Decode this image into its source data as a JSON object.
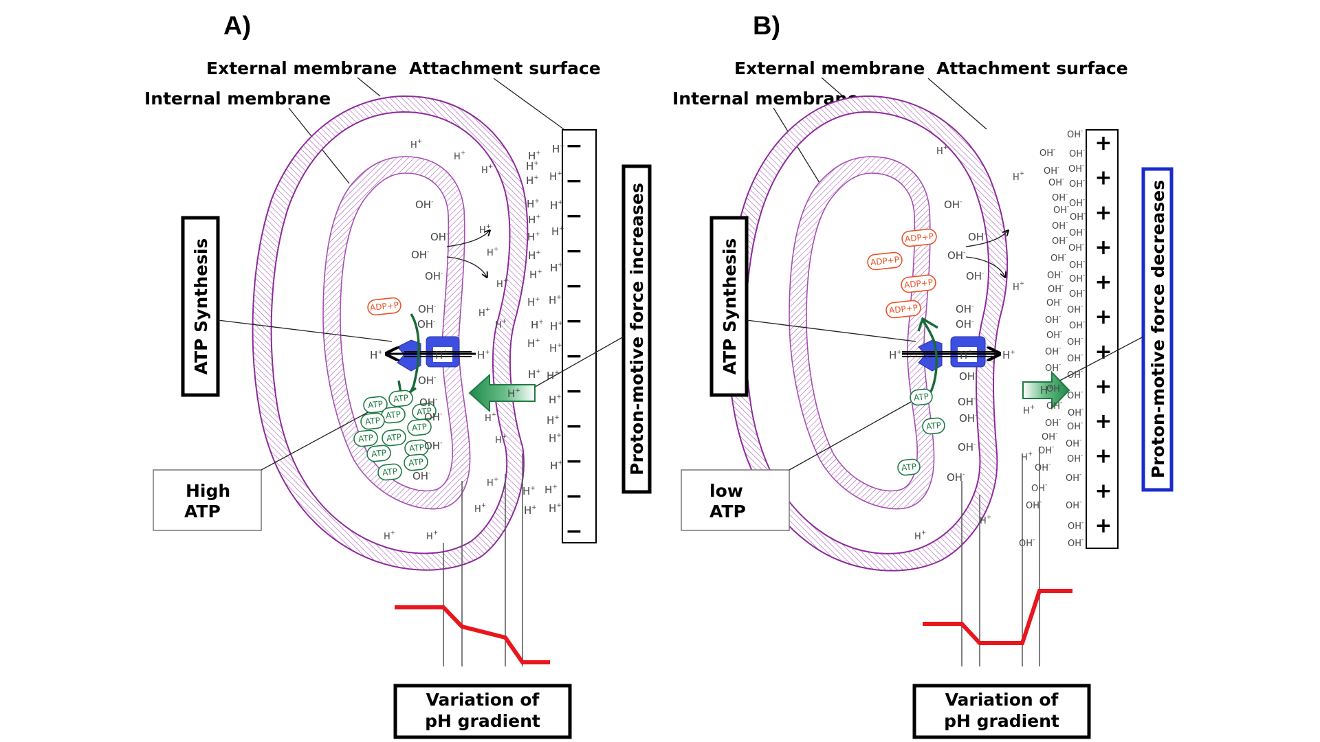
{
  "panels": [
    {
      "id": "A",
      "title": "A)",
      "labels": {
        "external_membrane": "External membrane",
        "attachment_surface": "Attachment surface",
        "internal_membrane": "Internal membrane",
        "atp_synthesis": "ATP Synthesis",
        "atp_level_line1": "High",
        "atp_level_line2": "ATP",
        "proton_motive": "Proton-motive force  increases",
        "ph_line1": "Variation of",
        "ph_line2": "pH gradient"
      },
      "surface_charge": "−",
      "surface_charge_count": 12,
      "outer_ion": "H",
      "outer_ion_sup": "+",
      "inner_ion": "OH",
      "inner_ion_sup": "-",
      "proton_flow": "inward",
      "adp_label": "ADP+P",
      "adp_count": 1,
      "atp_label": "ATP",
      "atp_count": 12,
      "pump_ion": "H",
      "pump_ion_sup": "+",
      "proton_motive_box_color": "#000000",
      "ph_profile": [
        0,
        0,
        -0.35,
        -0.55,
        -1.0,
        -1.0
      ]
    },
    {
      "id": "B",
      "title": "B)",
      "labels": {
        "external_membrane": "External membrane",
        "attachment_surface": "Attachment surface",
        "internal_membrane": "Internal membrane",
        "atp_synthesis": "ATP Synthesis",
        "atp_level_line1": "low",
        "atp_level_line2": "ATP",
        "proton_motive": "Proton-motive force decreases",
        "ph_line1": "Variation of",
        "ph_line2": "pH gradient"
      },
      "surface_charge": "+",
      "surface_charge_count": 12,
      "outer_ion": "OH",
      "outer_ion_sup": "-",
      "inner_ion": "OH",
      "inner_ion_sup": "-",
      "proton_flow": "outward",
      "adp_label": "ADP+P",
      "adp_count": 4,
      "atp_label": "ATP",
      "atp_count": 3,
      "pump_ion": "H",
      "pump_ion_sup": "+",
      "proton_motive_box_color": "#1a2bcc",
      "ph_profile": [
        0,
        0,
        -0.35,
        -0.35,
        0.6,
        0.6
      ]
    }
  ],
  "colors": {
    "membrane": "#8e2a9c",
    "atp_synthase": "#3d4fe0",
    "atp": "#1e7a43",
    "adp": "#e8542a",
    "ph_line": "#e8161d",
    "proton_arrow": "#1e8a4a"
  }
}
